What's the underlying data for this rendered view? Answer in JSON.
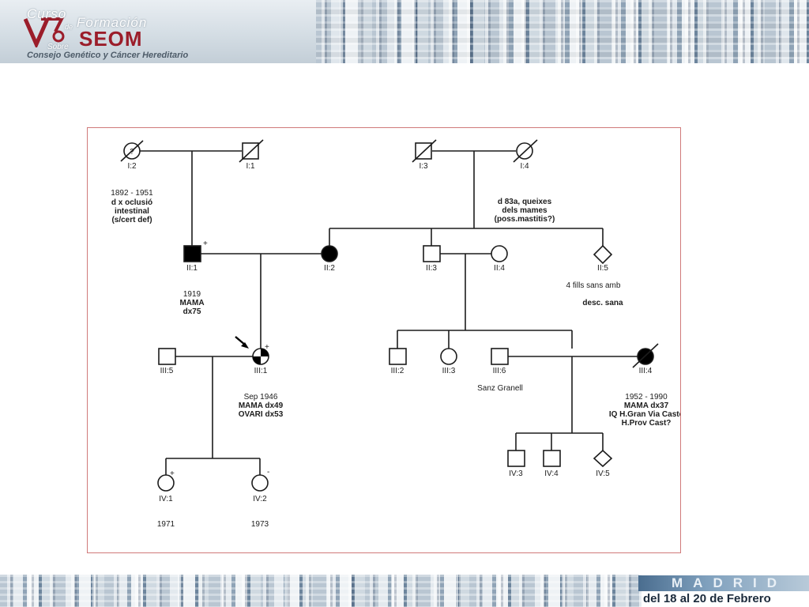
{
  "header": {
    "logo": {
      "curso": "Curso",
      "de": "de",
      "formacion": "Formación",
      "seom": "SEOM",
      "sobre": "Sobre",
      "subtitle": "Consejo Genético y Cáncer Hereditario"
    }
  },
  "pedigree": {
    "labels": {
      "i2": "I:2",
      "i1": "I:1",
      "i3": "I:3",
      "i4": "I:4",
      "ii1": "II:1",
      "ii2": "II:2",
      "ii3": "II:3",
      "ii4": "II:4",
      "ii5": "II:5",
      "iii5": "III:5",
      "iii1": "III:1",
      "iii2": "III:2",
      "iii3": "III:3",
      "iii6": "III:6",
      "iii4": "III:4",
      "iv1": "IV:1",
      "iv2": "IV:2",
      "iv3": "IV:3",
      "iv4": "IV:4",
      "iv5": "IV:5"
    },
    "symbols": {
      "unknown": "?",
      "plus": "+",
      "minus": "-"
    },
    "notes": {
      "i2": [
        "1892 - 1951",
        "d x oclusió",
        "intestinal",
        "(s/cert def)"
      ],
      "i4": [
        "d 83a, queixes",
        "dels mames",
        "(poss.mastitis?)"
      ],
      "ii1": [
        "1919",
        "MAMA",
        "dx75"
      ],
      "ii5": [
        "4 fills sans amb",
        "desc. sana"
      ],
      "iii1": [
        "Sep 1946",
        "MAMA dx49",
        "OVARI dx53"
      ],
      "iii6": [
        "Sanz Granell"
      ],
      "iii4": [
        "1952 - 1990",
        "MAMA dx37",
        "IQ H.Gran Via Caste",
        "H.Prov Cast?"
      ],
      "iv1": [
        "1971"
      ],
      "iv2": [
        "1973"
      ]
    }
  },
  "footer": {
    "city": "MADRID",
    "dates": "del 18 al 20 de Febrero"
  },
  "colors": {
    "frame_border": "#d07a7a",
    "seom_red": "#9b1d2a",
    "line": "#1c1c1c"
  }
}
